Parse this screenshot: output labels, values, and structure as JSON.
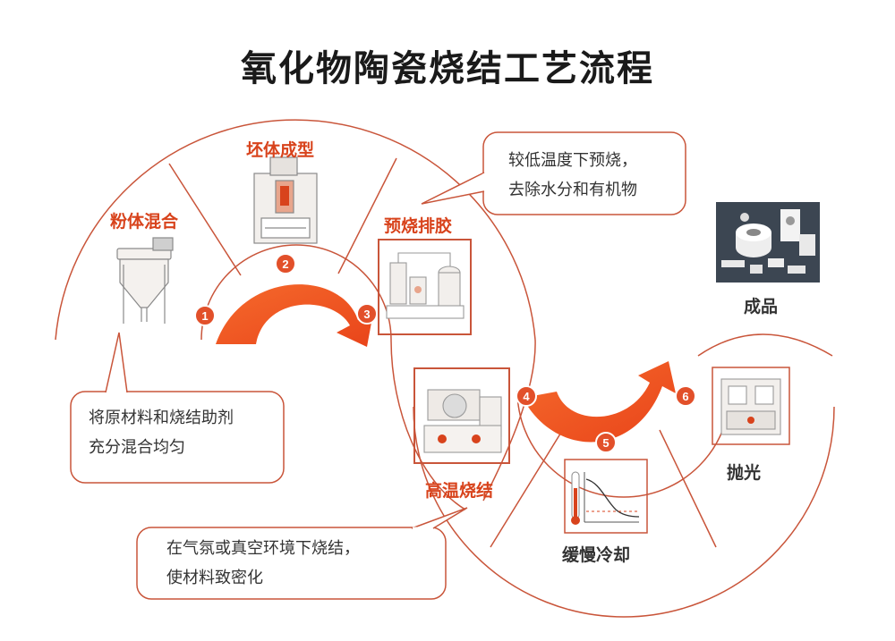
{
  "title": "氧化物陶瓷烧结工艺流程",
  "colors": {
    "accent": "#d8431c",
    "arrow": "#f0501e",
    "line": "#c9553a",
    "text": "#333333"
  },
  "steps": [
    {
      "number": "1",
      "label": "粉体混合"
    },
    {
      "number": "2",
      "label": "坯体成型"
    },
    {
      "number": "3",
      "label": "预烧排胶"
    },
    {
      "number": "4",
      "label": "高温烧结"
    },
    {
      "number": "5",
      "label": "缓慢冷却"
    },
    {
      "number": "6",
      "label": "抛光"
    }
  ],
  "final_product": {
    "label": "成品"
  },
  "callouts": {
    "mixing": [
      "将原材料和烧结助剂",
      "充分混合均匀"
    ],
    "debinding": [
      "较低温度下预烧，",
      "去除水分和有机物"
    ],
    "sintering": [
      "在气氛或真空环境下烧结，",
      "使材料致密化"
    ]
  }
}
